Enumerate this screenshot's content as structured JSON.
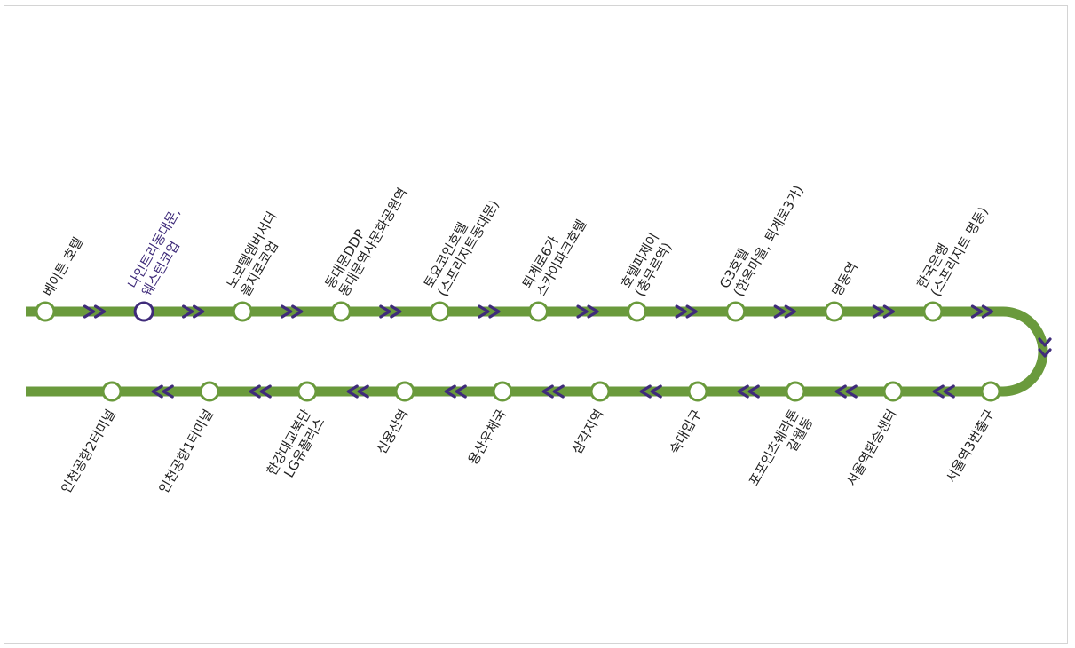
{
  "colors": {
    "line": "#6a9a3c",
    "arrow": "#3f2b7a",
    "current": "#3f2b7a",
    "text": "#222222",
    "station_fill": "#ffffff"
  },
  "current_station_index": 1,
  "top_stations": [
    {
      "lines": [
        "베이튼 호텔"
      ]
    },
    {
      "lines": [
        "나인트리동대문,",
        "웨스턴코업"
      ]
    },
    {
      "lines": [
        "노보텔엠버서더",
        "을지로코업"
      ]
    },
    {
      "lines": [
        "동대문DDP",
        "동대문역사문화공원역"
      ]
    },
    {
      "lines": [
        "토요코인호텔",
        "(스프리지트동대문)"
      ]
    },
    {
      "lines": [
        "퇴계로6가",
        "스카이파크호텔"
      ]
    },
    {
      "lines": [
        "호텔피제이",
        "(충무로역)"
      ]
    },
    {
      "lines": [
        "G3호텔",
        "(한옥마을, 퇴계로3가)"
      ]
    },
    {
      "lines": [
        "명동역"
      ]
    },
    {
      "lines": [
        "한국은행",
        "(스프리지트 명동)"
      ]
    }
  ],
  "bottom_stations": [
    {
      "lines": [
        "서울역3번출구"
      ]
    },
    {
      "lines": [
        "서울역환승센터"
      ]
    },
    {
      "lines": [
        "포포인츠쉐라톤",
        "갈월동"
      ]
    },
    {
      "lines": [
        "숙대입구"
      ]
    },
    {
      "lines": [
        "삼각지역"
      ]
    },
    {
      "lines": [
        "용산우체국"
      ]
    },
    {
      "lines": [
        "신용산역"
      ]
    },
    {
      "lines": [
        "한강대교북단",
        "LG유플러스"
      ]
    },
    {
      "lines": [
        "인천공항1터미널"
      ]
    },
    {
      "lines": [
        "인천공항2터미널"
      ]
    }
  ]
}
